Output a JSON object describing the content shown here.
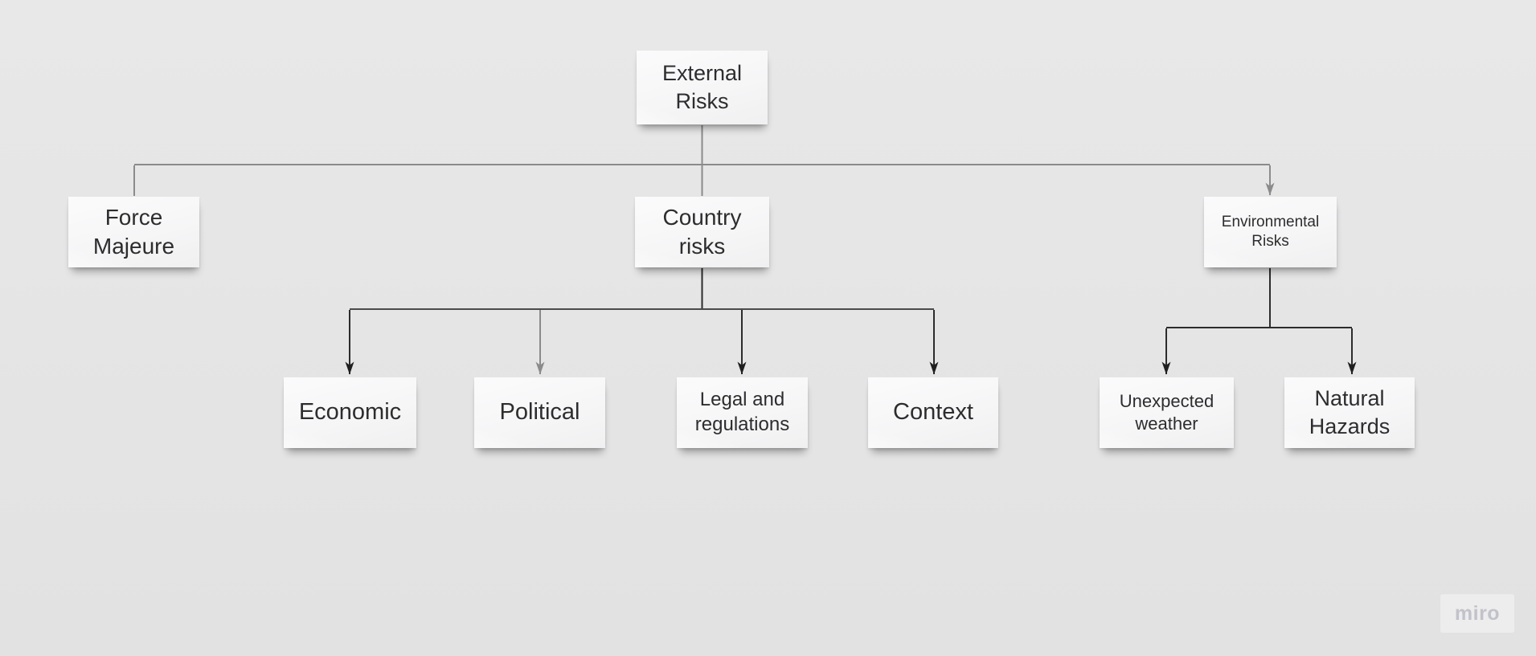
{
  "colors": {
    "board_background": "#e4e4e4",
    "sticky_fill": "#f7f7f8",
    "sticky_text": "#2d2d2f",
    "connector_dark": "#2c2c2c",
    "connector_gray": "#8b8b8b",
    "watermark_text": "#c2c2cb"
  },
  "watermark": {
    "label": "miro"
  },
  "diagram": {
    "type": "tree",
    "nodes": {
      "external_risks": {
        "label": "External Risks"
      },
      "force_majeure": {
        "label": "Force Majeure"
      },
      "country_risks": {
        "label": "Country risks"
      },
      "environmental_risks": {
        "label": "Environmental Risks"
      },
      "economic": {
        "label": "Economic"
      },
      "political": {
        "label": "Political"
      },
      "legal_regulations": {
        "label": "Legal and regulations"
      },
      "context": {
        "label": "Context"
      },
      "unexpected_weather": {
        "label": "Unexpected weather"
      },
      "natural_hazards": {
        "label": "Natural Hazards"
      }
    },
    "edges": [
      {
        "from": "External Risks",
        "to": "Force Majeure"
      },
      {
        "from": "External Risks",
        "to": "Country risks"
      },
      {
        "from": "External Risks",
        "to": "Environmental Risks"
      },
      {
        "from": "Country risks",
        "to": "Economic"
      },
      {
        "from": "Country risks",
        "to": "Political"
      },
      {
        "from": "Country risks",
        "to": "Legal and regulations"
      },
      {
        "from": "Country risks",
        "to": "Context"
      },
      {
        "from": "Environmental Risks",
        "to": "Unexpected weather"
      },
      {
        "from": "Environmental Risks",
        "to": "Natural Hazards"
      }
    ]
  }
}
